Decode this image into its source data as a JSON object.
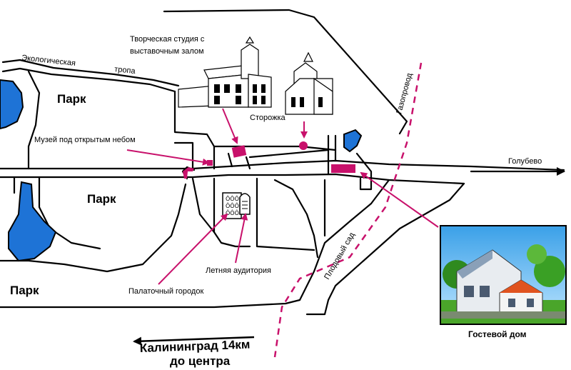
{
  "labels": {
    "eco_trail_1": "Экологическая",
    "eco_trail_2": "тропа",
    "park_1": "Парк",
    "park_2": "Парк",
    "park_3": "Парк",
    "studio_1": "Творческая студия с",
    "studio_2": "выставочным залом",
    "museum": "Музей под открытым небом",
    "gatehouse": "Сторожка",
    "gas_pipeline": "Газопровод",
    "golubevo": "Голубево",
    "orchard": "Плодовый сад",
    "summer_auditorium": "Летняя аудитория",
    "tent_camp": "Палаточный городок",
    "guest_house": "Гостевой дом",
    "kaliningrad_1": "Калининград 14км",
    "kaliningrad_2": "до центра"
  },
  "colors": {
    "marker": "#c8116b",
    "water": "#1e73d6",
    "road": "#000000"
  },
  "icons": {
    "studio": "building-icon",
    "gatehouse": "house-icon",
    "guest_house": "guest-house-photo"
  }
}
